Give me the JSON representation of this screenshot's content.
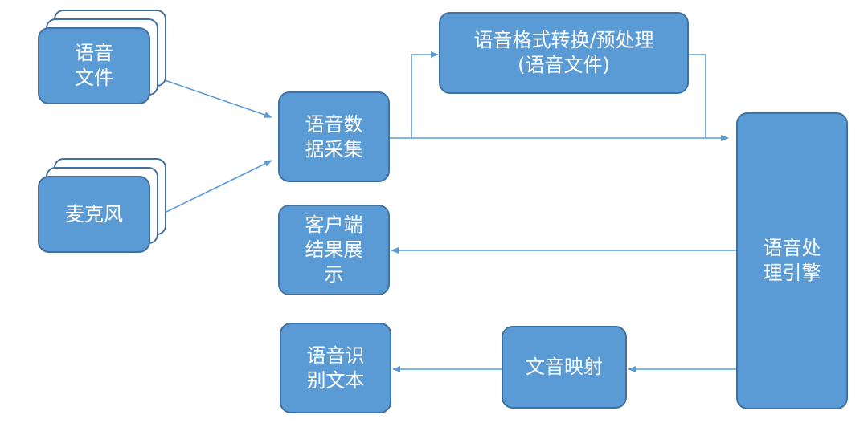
{
  "colors": {
    "node_fill": "#5b9bd5",
    "node_border": "#41719c",
    "node_text": "#ffffff",
    "arrow": "#5b9bd5"
  },
  "nodes": {
    "voice_file": "语音\n文件",
    "microphone": "麦克风",
    "data_collection": "语音数\n据采集",
    "format_convert": "语音格式转换/预处理\n(语音文件)",
    "client_display": "客户端\n结果展\n示",
    "engine": "语音处\n理引擎",
    "text_mapping": "文音映射",
    "recognized_text": "语音识\n别文本"
  }
}
